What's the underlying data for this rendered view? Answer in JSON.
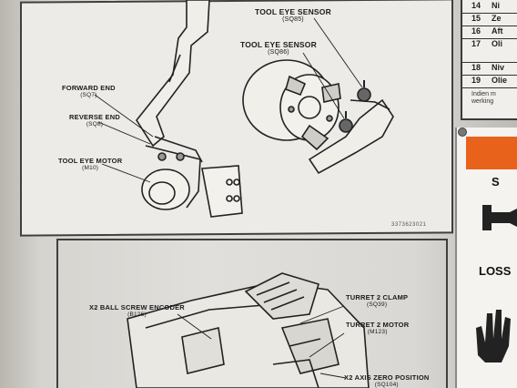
{
  "top_panel": {
    "labels": {
      "tool_eye_sensor_1": {
        "name": "TOOL EYE SENSOR",
        "code": "(SQ85)"
      },
      "tool_eye_sensor_2": {
        "name": "TOOL EYE SENSOR",
        "code": "(SQ86)"
      },
      "forward_end": {
        "name": "FORWARD END",
        "code": "(SQ7)"
      },
      "reverse_end": {
        "name": "REVERSE END",
        "code": "(SQ8)"
      },
      "tool_eye_motor": {
        "name": "TOOL EYE MOTOR",
        "code": "(M10)"
      }
    },
    "part_number": "3373623021"
  },
  "bottom_panel": {
    "labels": {
      "x2_ball_screw_encoder": {
        "name": "X2 BALL SCREW ENCODER",
        "code": "(B126)"
      },
      "turret_2_clamp": {
        "name": "TURRET 2 CLAMP",
        "code": "(SQ39)"
      },
      "turret_2_motor": {
        "name": "TURRET 2 MOTOR",
        "code": "(M123)"
      },
      "x2_axis_zero_position": {
        "name": "X2 AXIS ZERO POSITION",
        "code": "(SQ104)"
      }
    }
  },
  "right_table": {
    "rows": [
      {
        "num": "14",
        "text": "Ni"
      },
      {
        "num": "15",
        "text": "Ze"
      },
      {
        "num": "16",
        "text": "Aft"
      },
      {
        "num": "17",
        "text": "Oli"
      },
      {
        "num": "18",
        "text": "Niv"
      },
      {
        "num": "19",
        "text": "Olie"
      }
    ],
    "note_line1": "Indien m",
    "note_line2": "werking"
  },
  "warning_panel": {
    "letter_a": "S",
    "text_b": "LOSS"
  }
}
